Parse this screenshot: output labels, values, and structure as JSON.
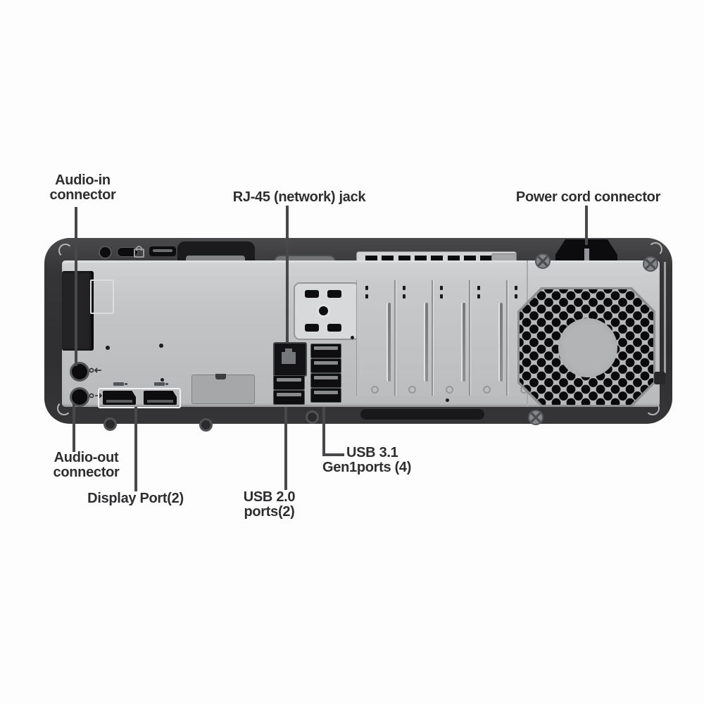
{
  "diagram_title": "Desktop computer rear panel connector diagram",
  "labels": {
    "audio_in": {
      "line1": "Audio-in",
      "line2": "connector"
    },
    "rj45": {
      "text": "RJ-45 (network) jack"
    },
    "power": {
      "text": "Power cord connector"
    },
    "audio_out": {
      "line1": "Audio-out",
      "line2": "connector"
    },
    "display_port": {
      "text": "Display Port(2)"
    },
    "usb20": {
      "line1": "USB 2.0",
      "line2": "ports(2)"
    },
    "usb31": {
      "line1": "USB 3.1",
      "line2": "Gen1ports (4)"
    }
  },
  "icons": {
    "audio_in_jack": "audio-line-in-icon",
    "audio_out_jack": "audio-line-out-icon",
    "lock": "padlock-icon",
    "displayport": "displayport-icon"
  },
  "colors": {
    "background": "#fdfdfe",
    "chassis_dark": "#39393b",
    "panel_gray": "#c5c6c8",
    "vent_black": "#0c0c0e",
    "leader_line": "#48484a",
    "label_text": "#2e2e30"
  }
}
